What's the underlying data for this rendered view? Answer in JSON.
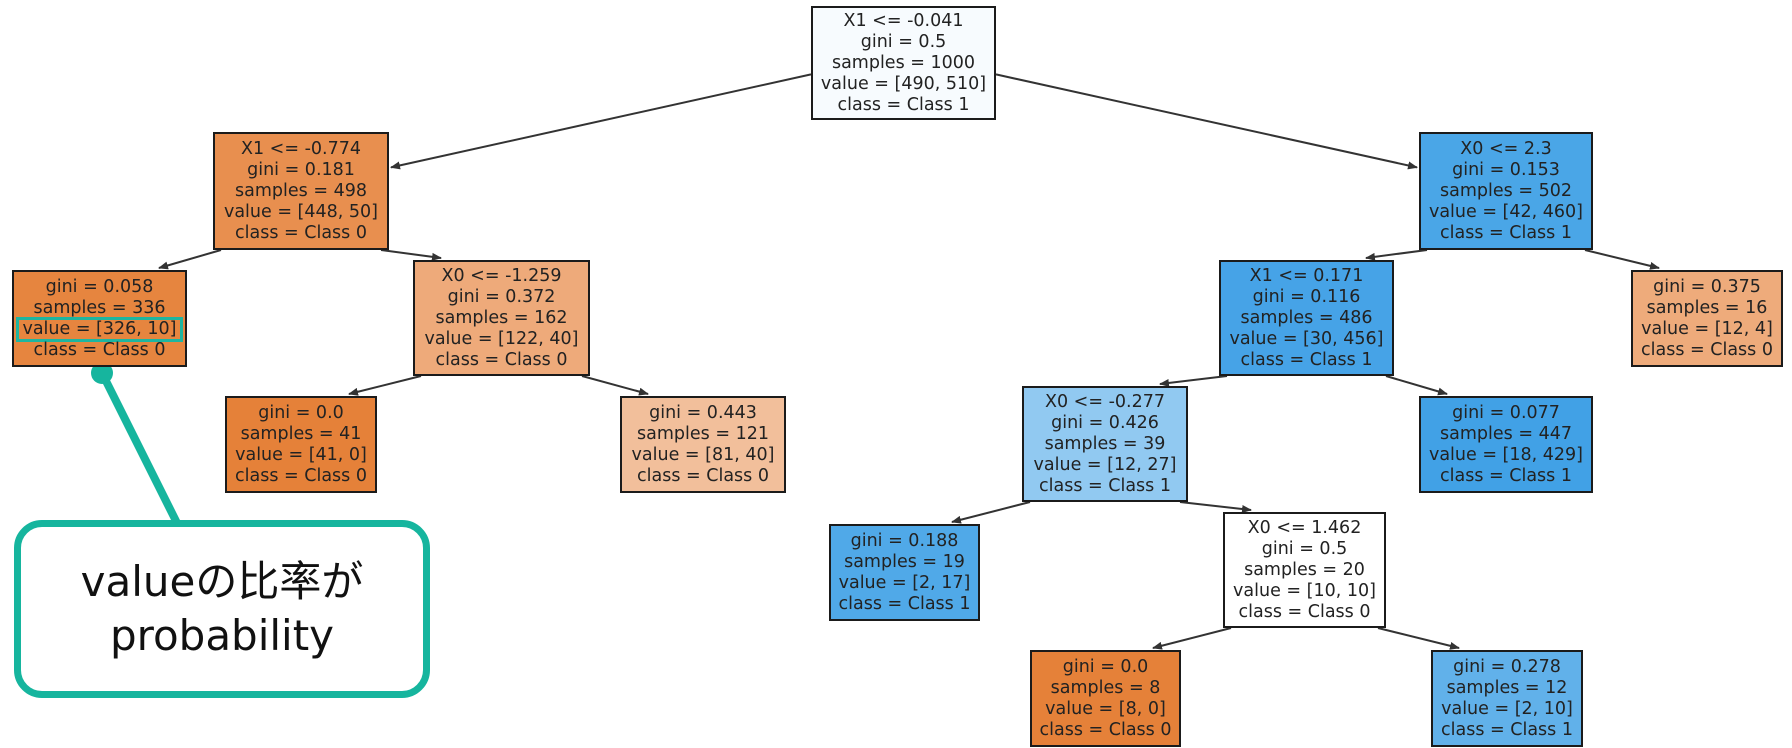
{
  "tree": {
    "nodes": [
      {
        "id": "root",
        "lines": [
          "X1 <= -0.041",
          "gini = 0.5",
          "samples = 1000",
          "value = [490, 510]",
          "class = Class 1"
        ],
        "fill": "#f7fbfe"
      },
      {
        "id": "n1",
        "lines": [
          "X1 <= -0.774",
          "gini = 0.181",
          "samples = 498",
          "value = [448, 50]",
          "class = Class 0"
        ],
        "fill": "#e88f4f"
      },
      {
        "id": "n2",
        "lines": [
          "X0 <= 2.3",
          "gini = 0.153",
          "samples = 502",
          "value = [42, 460]",
          "class = Class 1"
        ],
        "fill": "#4aa6e7"
      },
      {
        "id": "n1l",
        "lines": [
          "gini = 0.058",
          "samples = 336",
          "value = [326, 10]",
          "class = Class 0"
        ],
        "fill": "#e6853f",
        "highlight_line": 2
      },
      {
        "id": "n1r",
        "lines": [
          "X0 <= -1.259",
          "gini = 0.372",
          "samples = 162",
          "value = [122, 40]",
          "class = Class 0"
        ],
        "fill": "#eeaa7a"
      },
      {
        "id": "n1rl",
        "lines": [
          "gini = 0.0",
          "samples = 41",
          "value = [41, 0]",
          "class = Class 0"
        ],
        "fill": "#e58139"
      },
      {
        "id": "n1rr",
        "lines": [
          "gini = 0.443",
          "samples = 121",
          "value = [81, 40]",
          "class = Class 0"
        ],
        "fill": "#f2bf9b"
      },
      {
        "id": "n2l",
        "lines": [
          "X1 <= 0.171",
          "gini = 0.116",
          "samples = 486",
          "value = [30, 456]",
          "class = Class 1"
        ],
        "fill": "#46a3e7"
      },
      {
        "id": "n2r",
        "lines": [
          "gini = 0.375",
          "samples = 16",
          "value = [12, 4]",
          "class = Class 0"
        ],
        "fill": "#eeab7b"
      },
      {
        "id": "n2ll",
        "lines": [
          "X0 <= -0.277",
          "gini = 0.426",
          "samples = 39",
          "value = [12, 27]",
          "class = Class 1"
        ],
        "fill": "#91c9f1"
      },
      {
        "id": "n2lr",
        "lines": [
          "gini = 0.077",
          "samples = 447",
          "value = [18, 429]",
          "class = Class 1"
        ],
        "fill": "#41a1e6"
      },
      {
        "id": "n2lll",
        "lines": [
          "gini = 0.188",
          "samples = 19",
          "value = [2, 17]",
          "class = Class 1"
        ],
        "fill": "#50a9e8"
      },
      {
        "id": "n2llr",
        "lines": [
          "X0 <= 1.462",
          "gini = 0.5",
          "samples = 20",
          "value = [10, 10]",
          "class = Class 0"
        ],
        "fill": "#ffffff"
      },
      {
        "id": "n2llrl",
        "lines": [
          "gini = 0.0",
          "samples = 8",
          "value = [8, 0]",
          "class = Class 0"
        ],
        "fill": "#e58139"
      },
      {
        "id": "n2llrr",
        "lines": [
          "gini = 0.278",
          "samples = 12",
          "value = [2, 10]",
          "class = Class 1"
        ],
        "fill": "#61b1ea"
      }
    ],
    "edges": [
      [
        "root",
        "n1"
      ],
      [
        "root",
        "n2"
      ],
      [
        "n1",
        "n1l"
      ],
      [
        "n1",
        "n1r"
      ],
      [
        "n1r",
        "n1rl"
      ],
      [
        "n1r",
        "n1rr"
      ],
      [
        "n2",
        "n2l"
      ],
      [
        "n2",
        "n2r"
      ],
      [
        "n2l",
        "n2ll"
      ],
      [
        "n2l",
        "n2lr"
      ],
      [
        "n2ll",
        "n2lll"
      ],
      [
        "n2ll",
        "n2llr"
      ],
      [
        "n2llr",
        "n2llrl"
      ],
      [
        "n2llr",
        "n2llrr"
      ]
    ]
  },
  "callout": {
    "line1": "valueの比率が",
    "line2": "probability",
    "accent_color": "#16b59e",
    "target_node": "n1l"
  }
}
